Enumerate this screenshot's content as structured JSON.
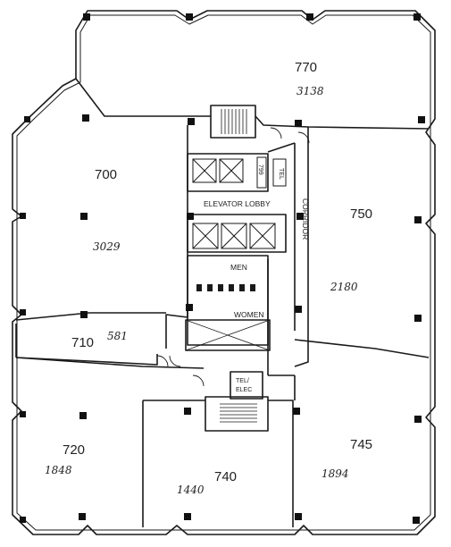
{
  "rooms": {
    "r770": {
      "number": "770",
      "area": "3138"
    },
    "r700": {
      "number": "700",
      "area": "3029"
    },
    "r750": {
      "number": "750",
      "area": "2180"
    },
    "r710": {
      "number": "710",
      "area": "581"
    },
    "r720": {
      "number": "720",
      "area": "1848"
    },
    "r740": {
      "number": "740",
      "area": "1440"
    },
    "r745": {
      "number": "745",
      "area": "1894"
    }
  },
  "core": {
    "elevator_lobby": "ELEVATOR LOBBY",
    "corridor": "CORRIDOR",
    "men": "MEN",
    "women": "WOMEN",
    "tel": "TEL",
    "tel_elec_1": "TEL/",
    "tel_elec_2": "ELEC",
    "closet": "799"
  }
}
